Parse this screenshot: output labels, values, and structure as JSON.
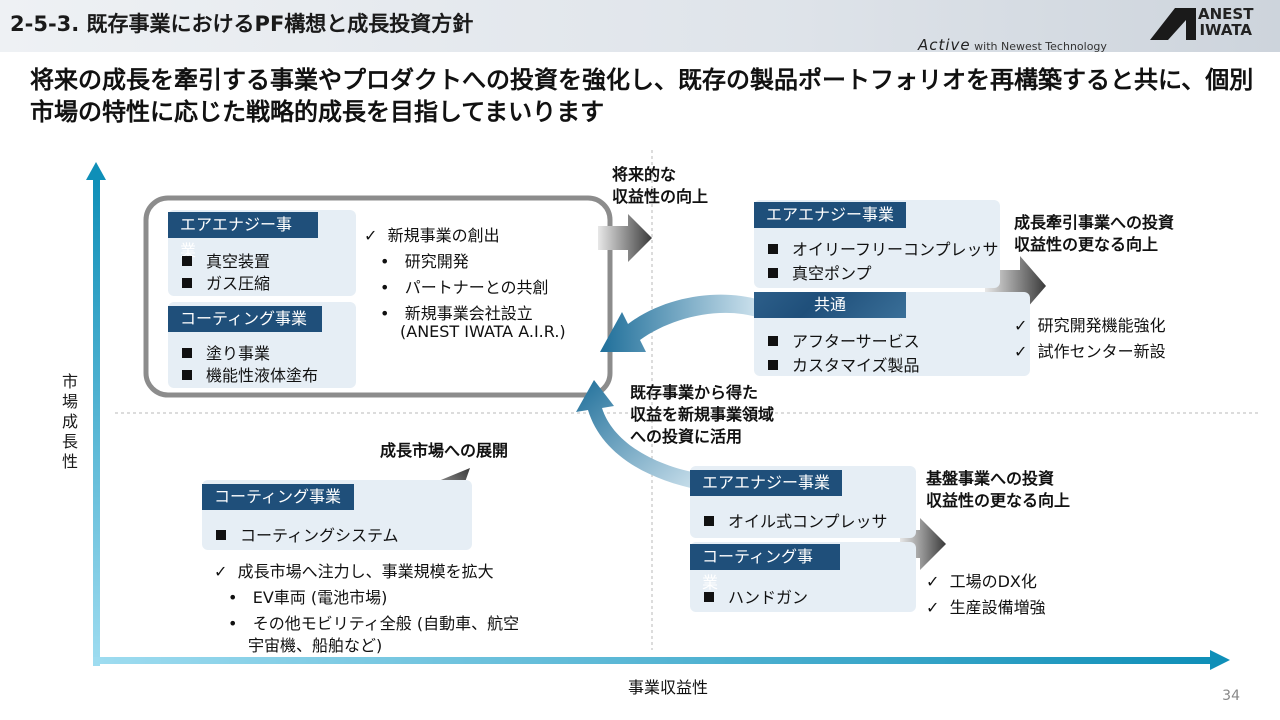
{
  "header": {
    "section_title": "2-5-3. 既存事業におけるPF構想と成長投資方針",
    "tagline_brand": "Active",
    "tagline_text": "with Newest Technology",
    "logo_line1": "ANEST",
    "logo_line2": "IWATA"
  },
  "headline": "将来の成長を牽引する事業やプロダクトへの投資を強化し、既存の製品ポートフォリオを再構築すると共に、個別市場の特性に応じた戦略的成長を目指してまいります",
  "axes": {
    "y_label": "市場成長性",
    "x_label": "事業収益性"
  },
  "top_left": {
    "air": {
      "label": "エアエナジー事業",
      "items": [
        "真空装置",
        "ガス圧縮"
      ]
    },
    "coating": {
      "label": "コーティング事業",
      "items": [
        "塗り事業",
        "機能性液体塗布"
      ]
    },
    "new_business": {
      "check": "新規事業の創出",
      "bullets": [
        "研究開発",
        "パートナーとの共創",
        "新規事業会社設立",
        "(ANEST IWATA A.I.R.)"
      ]
    },
    "arrow_text_line1": "将来的な",
    "arrow_text_line2": "収益性の向上"
  },
  "top_right": {
    "air": {
      "label": "エアエナジー事業",
      "items": [
        "オイリーフリーコンプレッサ",
        "真空ポンプ"
      ]
    },
    "common": {
      "label": "共通",
      "items": [
        "アフターサービス",
        "カスタマイズ製品"
      ]
    },
    "investment_line1": "成長牽引事業への投資",
    "investment_line2": "収益性の更なる向上",
    "checks": [
      "研究開発機能強化",
      "試作センター新設"
    ]
  },
  "middle_text": {
    "line1": "既存事業から得た",
    "line2": "収益を新規事業領域",
    "line3": "への投資に活用"
  },
  "bottom_left": {
    "expansion": "成長市場への展開",
    "coating": {
      "label": "コーティング事業",
      "items": [
        "コーティングシステム"
      ]
    },
    "check": "成長市場へ注力し、事業規模を拡大",
    "bullets": [
      "EV車両 (電池市場)",
      "その他モビリティ全般 (自動車、航空",
      "宇宙機、船舶など)"
    ]
  },
  "bottom_right": {
    "air": {
      "label": "エアエナジー事業",
      "items": [
        "オイル式コンプレッサ"
      ]
    },
    "coating": {
      "label": "コーティング事業",
      "items": [
        "ハンドガン"
      ]
    },
    "investment_line1": "基盤事業への投資",
    "investment_line2": "収益性の更なる向上",
    "checks": [
      "工場のDX化",
      "生産設備増強"
    ]
  },
  "page_number": "34",
  "colors": {
    "label_blue": "#1f4f7a",
    "card_bg": "#e6eef5",
    "axis_teal": "#1aa3c8",
    "curve_blue": "#1f6f9a",
    "arrow_gray": "#555555"
  }
}
